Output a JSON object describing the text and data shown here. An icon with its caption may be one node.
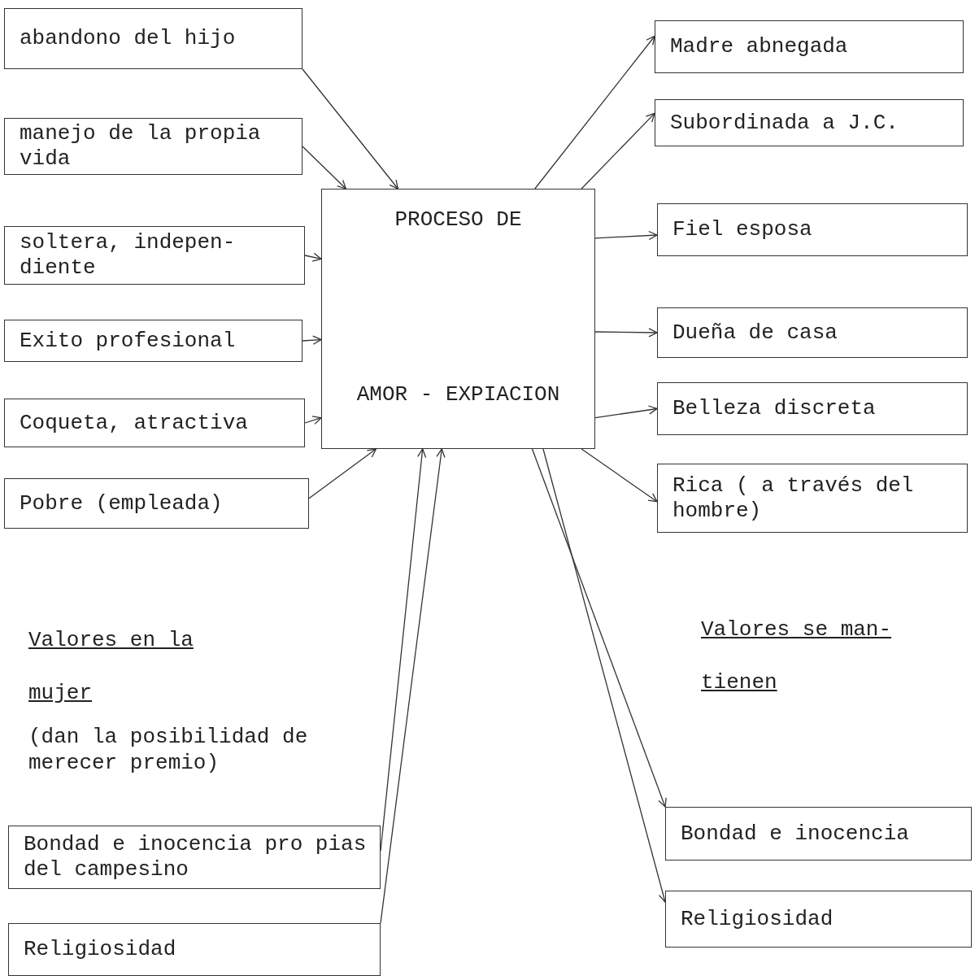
{
  "diagram": {
    "nodes": [
      {
        "text": [
          "abandono del hijo"
        ]
      },
      {
        "text": [
          "manejo de la propia vida"
        ]
      },
      {
        "text": [
          "soltera, indepen- diente"
        ]
      },
      {
        "text": [
          "Exito profesional"
        ]
      },
      {
        "text": [
          "Coqueta, atractiva"
        ]
      },
      {
        "text": [
          "Pobre (empleada)"
        ]
      },
      {
        "text": [
          "PROCESO DE",
          "AMOR - EXPIACION"
        ]
      },
      {
        "text": [
          "Madre abnegada"
        ]
      },
      {
        "text": [
          "Subordinada a J.C."
        ]
      },
      {
        "text": [
          "Fiel esposa"
        ]
      },
      {
        "text": [
          "Dueña de casa"
        ]
      },
      {
        "text": [
          "Belleza discreta"
        ]
      },
      {
        "text": [
          "Rica ( a través del hombre)"
        ]
      },
      {
        "text": [
          "Bondad e inocencia pro pias del campesino"
        ]
      },
      {
        "text": [
          "Religiosidad"
        ]
      },
      {
        "text": [
          "Bondad e inocencia"
        ]
      },
      {
        "text": [
          "Religiosidad"
        ]
      }
    ],
    "edges": [
      {
        "from": 0,
        "to": 6,
        "arrow": "to"
      },
      {
        "from": 1,
        "to": 6,
        "arrow": "to"
      },
      {
        "from": 2,
        "to": 6,
        "arrow": "to"
      },
      {
        "from": 3,
        "to": 6,
        "arrow": "to"
      },
      {
        "from": 4,
        "to": 6,
        "arrow": "to"
      },
      {
        "from": 5,
        "to": 6,
        "arrow": "to"
      },
      {
        "from": 6,
        "to": 7,
        "arrow": "to"
      },
      {
        "from": 6,
        "to": 8,
        "arrow": "to"
      },
      {
        "from": 6,
        "to": 9,
        "arrow": "to"
      },
      {
        "from": 6,
        "to": 10,
        "arrow": "to"
      },
      {
        "from": 6,
        "to": 11,
        "arrow": "to"
      },
      {
        "from": 6,
        "to": 12,
        "arrow": "to"
      },
      {
        "from": 13,
        "to": 6,
        "arrow": "to"
      },
      {
        "from": 14,
        "to": 6,
        "arrow": "to"
      },
      {
        "from": 6,
        "to": 15,
        "arrow": "to"
      },
      {
        "from": 6,
        "to": 16,
        "arrow": "to"
      }
    ],
    "labels": [
      "Valores en la mujer",
      "(dan la posibilidad de merecer premio)",
      "Valores se man- tienen"
    ]
  }
}
